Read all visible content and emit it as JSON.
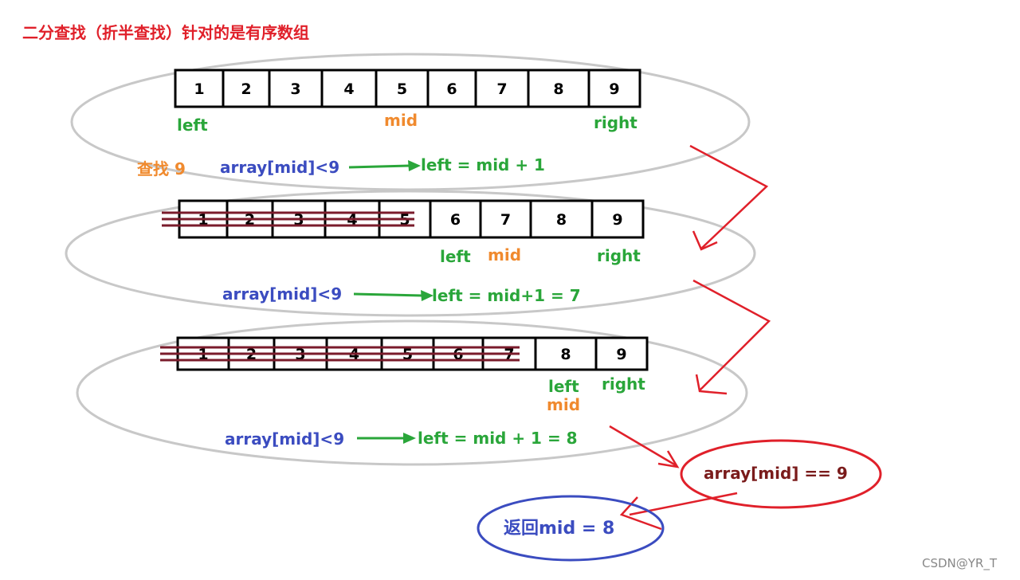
{
  "title": "二分查找（折半查找）针对的是有序数组",
  "search_label": "查找 9",
  "cells": [
    "1",
    "2",
    "3",
    "4",
    "5",
    "6",
    "7",
    "8",
    "9"
  ],
  "labels": {
    "left": "left",
    "mid": "mid",
    "right": "right"
  },
  "step1": {
    "cond": "array[mid]<9",
    "result": "left = mid + 1"
  },
  "step2": {
    "cond": "array[mid]<9",
    "result": "left = mid+1 = 7"
  },
  "step3": {
    "cond": "array[mid]<9",
    "result": "left = mid + 1 = 8"
  },
  "found": "array[mid] == 9",
  "return": "返回mid = 8",
  "watermark": "CSDN@YR_T",
  "colors": {
    "green": "#2aa63a",
    "orange": "#f08a2e",
    "blue": "#3b4cc0",
    "red": "#e0202a",
    "strike": "#7a1b2b",
    "ellipse": "#c8c8c8"
  }
}
